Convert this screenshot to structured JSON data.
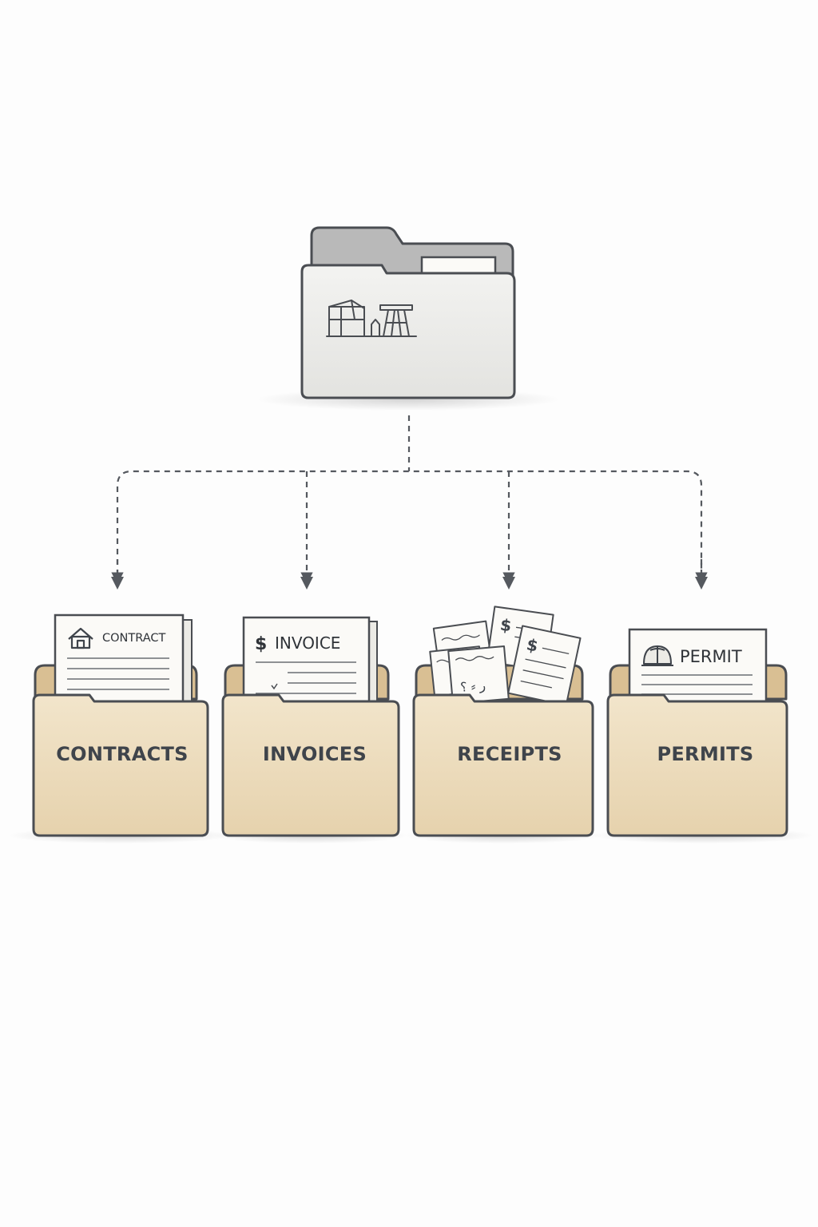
{
  "root_folder": {
    "icon": "construction-site-icon"
  },
  "folders": [
    {
      "label": "CONTRACTS",
      "document_title": "CONTRACT",
      "document_icon": "house-icon"
    },
    {
      "label": "INVOICES",
      "document_title": "INVOICE",
      "document_icon": "dollar-sign-icon"
    },
    {
      "label": "RECEIPTS",
      "document_icon": "dollar-sign-icon"
    },
    {
      "label": "PERMITS",
      "document_title": "PERMIT",
      "document_icon": "hard-hat-icon"
    }
  ],
  "colors": {
    "root_folder_body": "#ececea",
    "root_folder_tab": "#b9b9b9",
    "category_folder_body": "#ecdcbe",
    "category_folder_back": "#d9bf93",
    "outline": "#4a4d52",
    "connector": "#55595f",
    "paper": "#fbfaf7"
  }
}
